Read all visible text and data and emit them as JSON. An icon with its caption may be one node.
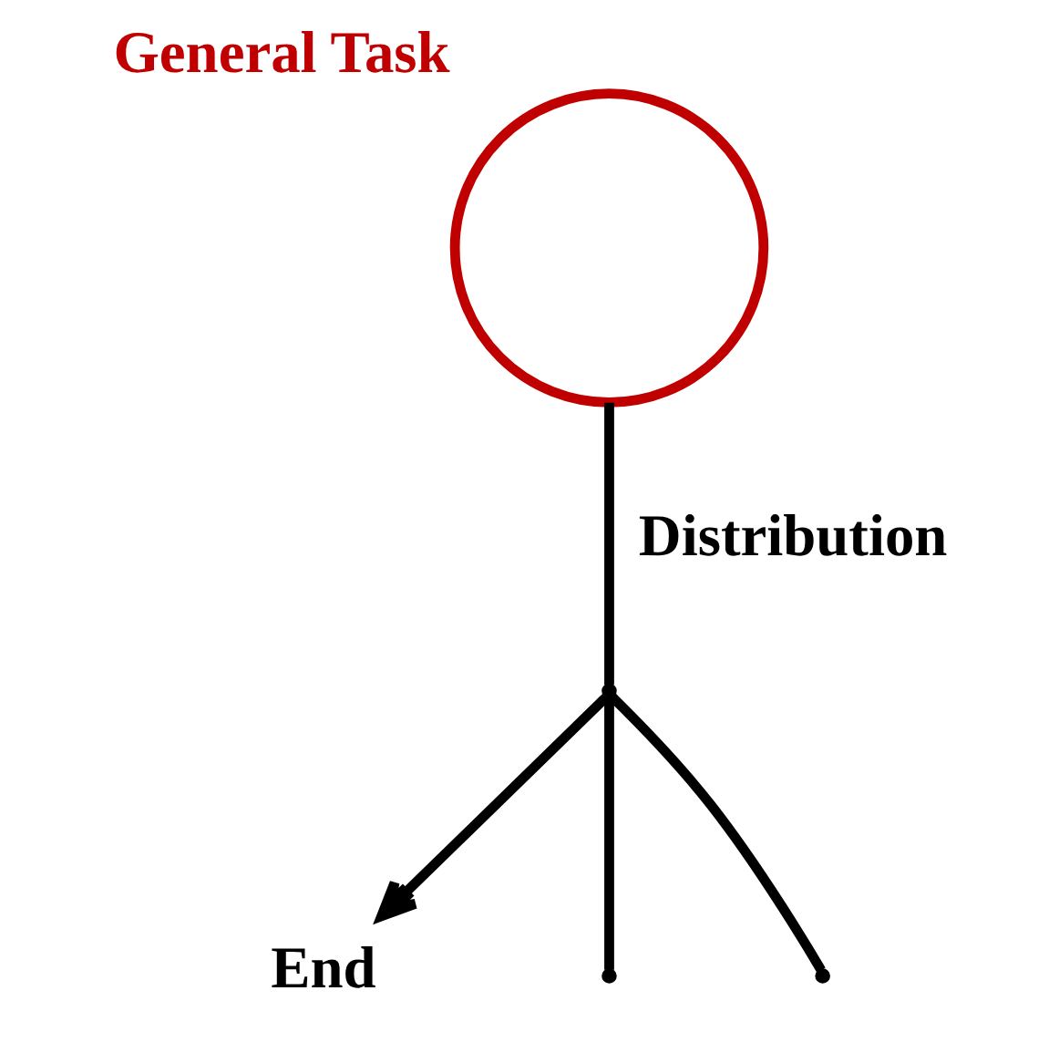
{
  "diagram": {
    "nodes": [
      {
        "text": [
          "General Task"
        ]
      },
      {
        "text": [],
        "shape": "point"
      },
      {
        "text": [
          "End"
        ]
      },
      {
        "text": [],
        "shape": "point"
      },
      {
        "text": [],
        "shape": "point"
      }
    ],
    "edges": [
      {
        "from": 0,
        "to": 1,
        "arrow": "none",
        "label": "Distribution"
      },
      {
        "from": 1,
        "to": 2,
        "arrow": "to"
      },
      {
        "from": 1,
        "to": 3,
        "arrow": "none"
      },
      {
        "from": 1,
        "to": 4,
        "arrow": "none"
      }
    ]
  }
}
